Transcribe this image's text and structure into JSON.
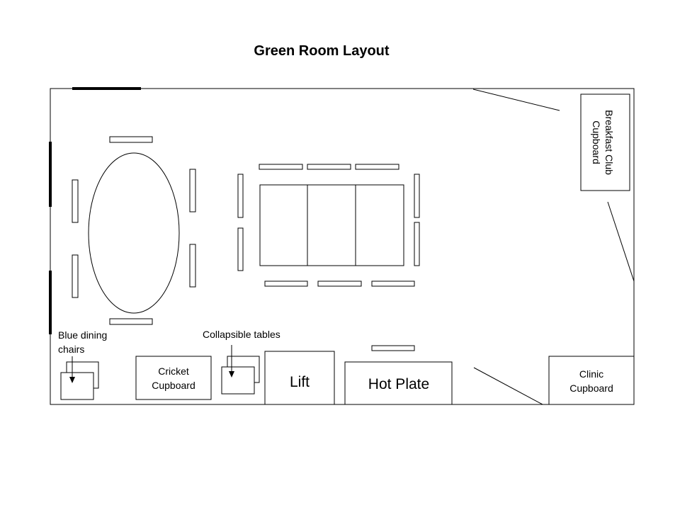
{
  "title": "Green Room Layout",
  "labels": {
    "breakfast_line1": "Breakfast Club",
    "breakfast_line2": "Cupboard",
    "blue_chairs_line1": "Blue dining",
    "blue_chairs_line2": "chairs",
    "collapsible_tables": "Collapsible tables",
    "cricket_line1": "Cricket",
    "cricket_line2": "Cupboard",
    "lift": "Lift",
    "hot_plate": "Hot Plate",
    "clinic_line1": "Clinic",
    "clinic_line2": "Cupboard"
  }
}
